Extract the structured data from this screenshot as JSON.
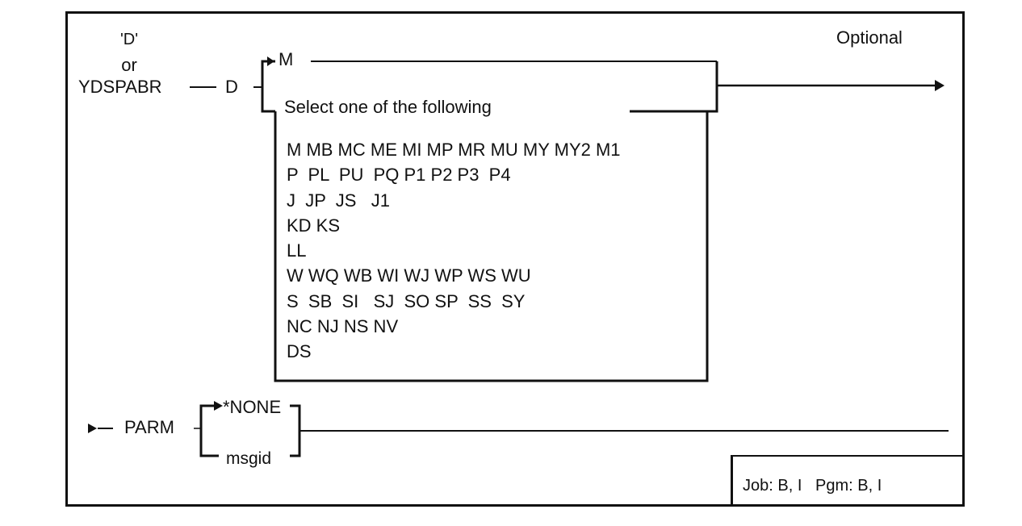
{
  "command": {
    "name_line1": "'D'",
    "name_or": "or",
    "name_line2": "YDSPABR",
    "keyword": "D",
    "optional_label": "Optional"
  },
  "choice": {
    "default_value": "M",
    "select_label": "Select one of the following",
    "option_rows": [
      "M MB MC ME MI MP MR MU MY MY2 M1",
      "P  PL  PU  PQ P1 P2 P3  P4",
      "J  JP  JS   J1",
      "KD KS",
      "LL",
      "W WQ WB WI WJ WP WS WU",
      "S  SB  SI   SJ  SO SP  SS  SY",
      "NC NJ NS NV",
      "DS"
    ]
  },
  "parm": {
    "keyword": "PARM",
    "default_value": "*NONE",
    "alternative": "msgid"
  },
  "environment": {
    "label": "Job: B, I   Pgm: B, I"
  }
}
